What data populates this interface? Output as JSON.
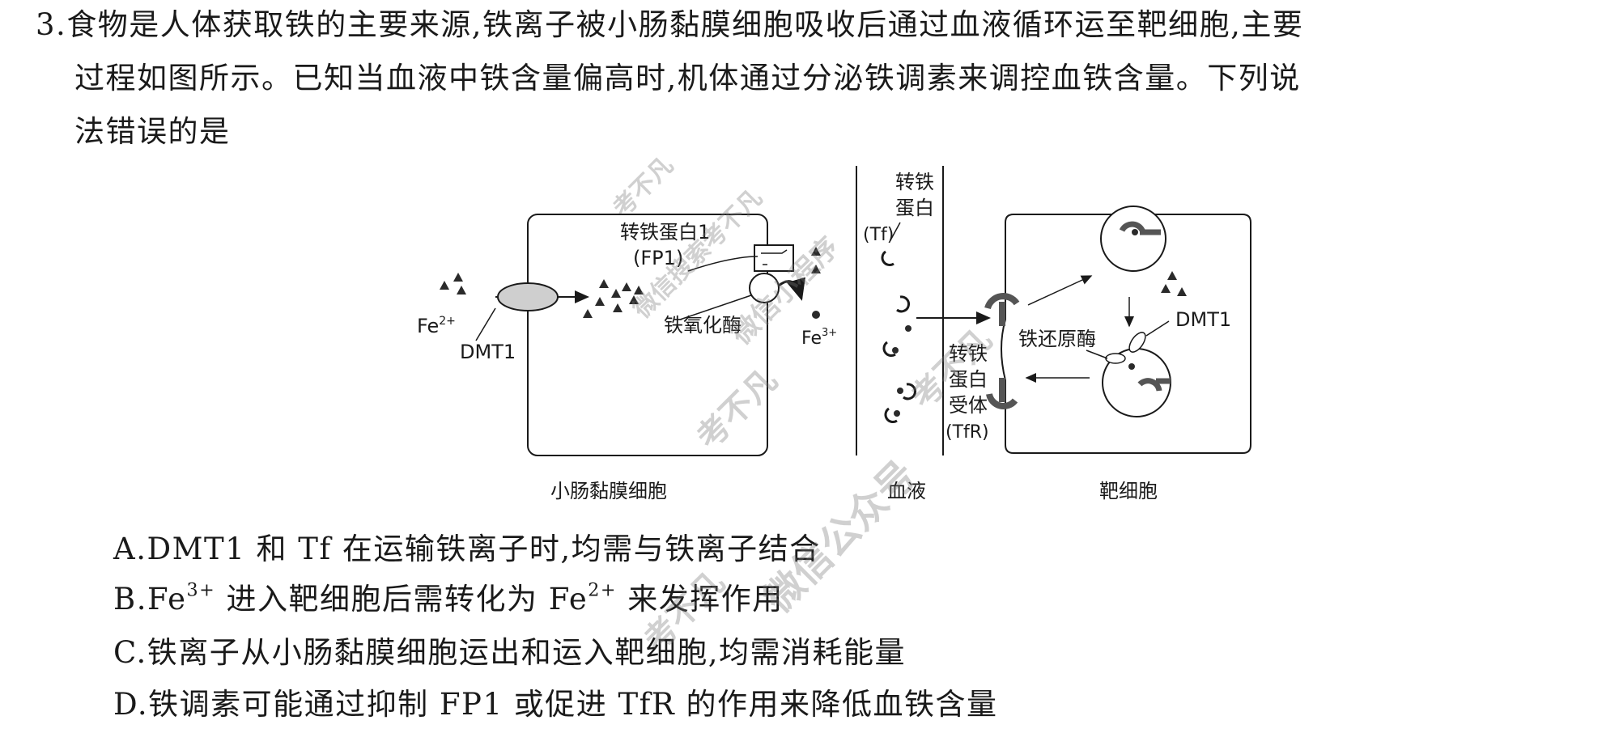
{
  "question": {
    "number": "3.",
    "stem_line1": "食物是人体获取铁的主要来源,铁离子被小肠黏膜细胞吸收后通过血液循环运至靶细胞,主要",
    "stem_line2": "过程如图所示。已知当血液中铁含量偏高时,机体通过分泌铁调素来调控血铁含量。下列说",
    "stem_line3": "法错误的是"
  },
  "figure": {
    "labels": {
      "fe2": "Fe",
      "fe2_charge": "2+",
      "dmt1_left": "DMT1",
      "fp1_line1": "转铁蛋白1",
      "fp1_line2": "(FP1)",
      "ferroxidase": "铁氧化酶",
      "fe3": "Fe",
      "fe3_charge": "3+",
      "tf_line1": "转铁",
      "tf_line2": "蛋白",
      "tf_line3": "(Tf)",
      "tfr_line1": "转铁",
      "tfr_line2": "蛋白",
      "tfr_line3": "受体",
      "tfr_line4": "(TfR)",
      "ferrireductase": "铁还原酶",
      "dmt1_right": "DMT1",
      "cap_intestine": "小肠黏膜细胞",
      "cap_blood": "血液",
      "cap_target": "靶细胞"
    }
  },
  "options": {
    "a": {
      "label": "A.",
      "text": "DMT1 和 Tf 在运输铁离子时,均需与铁离子结合"
    },
    "b": {
      "label": "B.",
      "pre": "Fe",
      "sup1": "3+",
      "mid": "进入靶细胞后需转化为 Fe",
      "sup2": "2+",
      "post": "来发挥作用"
    },
    "c": {
      "label": "C.",
      "text": "铁离子从小肠黏膜细胞运出和运入靶细胞,均需消耗能量"
    },
    "d": {
      "label": "D.",
      "text": "铁调素可能通过抑制 FP1 或促进 TfR 的作用来降低血铁含量"
    }
  },
  "watermarks": {
    "w1": "考不凡",
    "w2": "微信搜索考不凡",
    "w3": "微信小程序",
    "w4": "考不凡",
    "w5": "考不凡",
    "w6": "微信公众号",
    "w7": "考不凡"
  },
  "colors": {
    "text": "#1a1a1a",
    "receptor": "#555555",
    "dmt1_fill": "#cfcfcf"
  }
}
